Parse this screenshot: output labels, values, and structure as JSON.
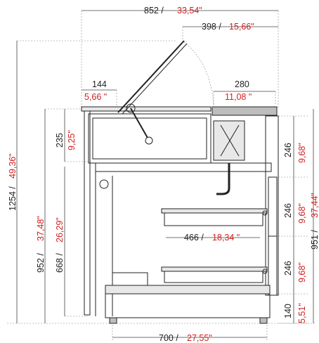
{
  "dimensions": {
    "overall_width": {
      "mm": "852 /",
      "inch": "33,54\""
    },
    "lid_reach": {
      "mm": "398 /",
      "inch": "15,66\""
    },
    "handle_offset": {
      "mm": "144",
      "inch": "5,66 \""
    },
    "counter_depth": {
      "mm": "280",
      "inch": "11,08 \""
    },
    "total_height": {
      "mm": "1254 /",
      "inch": "49,36\""
    },
    "upper_height": {
      "mm": "235",
      "inch": "9,25\""
    },
    "cabinet_height": {
      "mm": "952 /",
      "inch": "37,48\""
    },
    "inner_height": {
      "mm": "668 /",
      "inch": "26,29\""
    },
    "shelf_depth": {
      "mm": "466 /",
      "inch": "18,34 \""
    },
    "base_width": {
      "mm": "700 /",
      "inch": "27,55\""
    },
    "right_height": {
      "mm": "951 /",
      "inch": "37,44\""
    },
    "drawer_1": {
      "mm": "246",
      "inch": "9,68\""
    },
    "drawer_2": {
      "mm": "246",
      "inch": "9,68\""
    },
    "drawer_3": {
      "mm": "246",
      "inch": "9,68\""
    },
    "plinth": {
      "mm": "140",
      "inch": "5,51\""
    }
  },
  "colors": {
    "metric": "#222222",
    "imperial": "#d11f1f",
    "line": "#444444"
  }
}
